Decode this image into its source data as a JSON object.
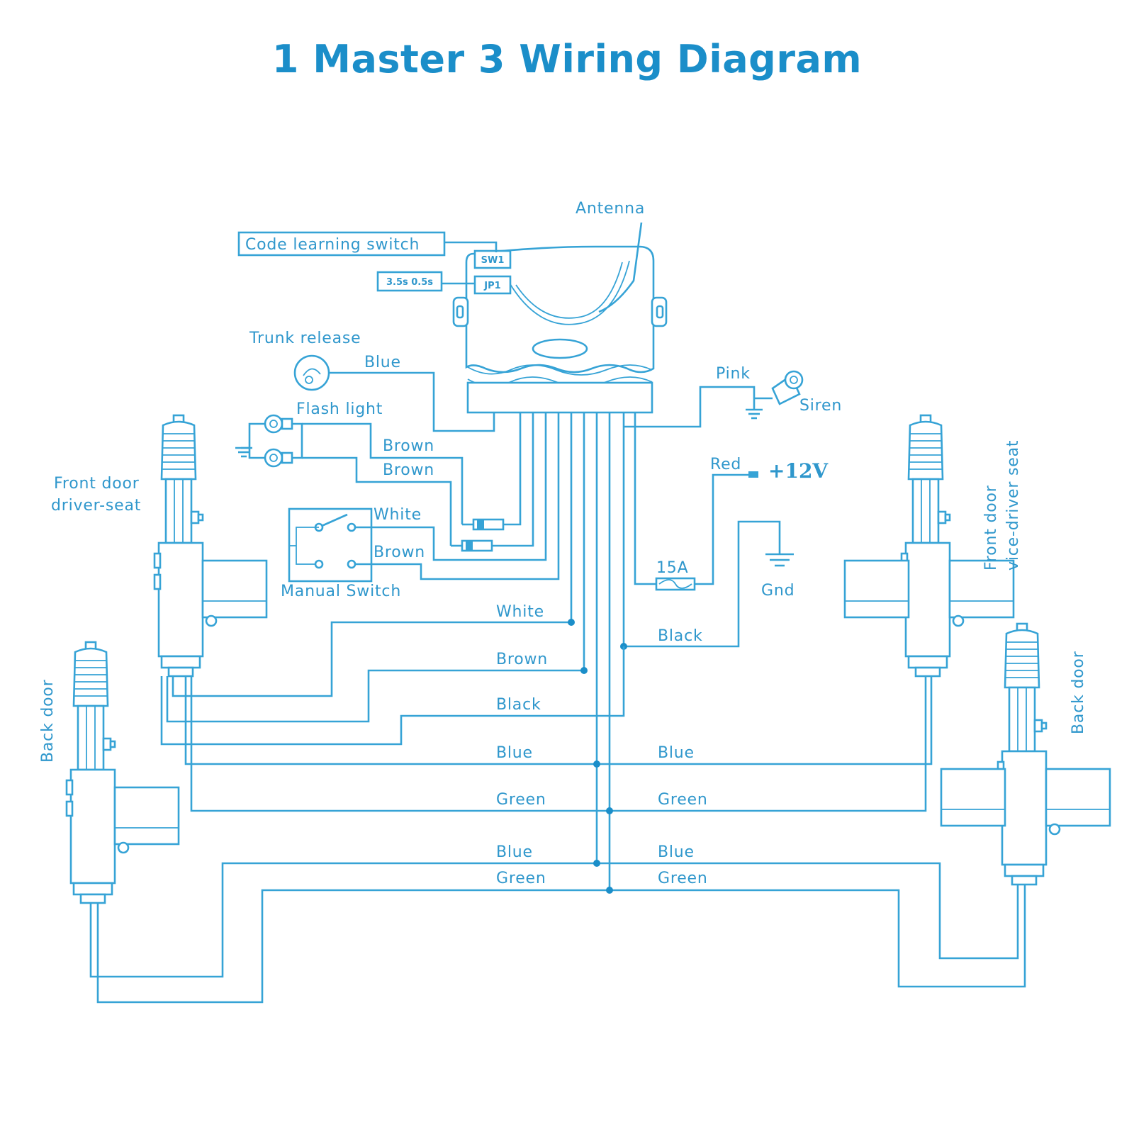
{
  "title": "1 Master 3 Wiring Diagram",
  "colors": {
    "line": "#36a3d6",
    "title": "#1b8ec9"
  },
  "components": {
    "antenna": "Antenna",
    "code_switch": "Code learning switch",
    "jp1_timing": "3.5s 0.5s",
    "sw1": "SW1",
    "jp1": "JP1",
    "trunk_release": "Trunk release",
    "flash_light": "Flash light",
    "manual_switch": "Manual Switch",
    "siren": "Siren",
    "power": "+12V",
    "fuse": "15A",
    "ground": "Gnd",
    "front_driver_line1": "Front door",
    "front_driver_line2": "driver-seat",
    "front_vice_line1": "Front door",
    "front_vice_line2": "vice-driver seat",
    "back_door_left": "Back door",
    "back_door_right": "Back door"
  },
  "wires": {
    "trunk_blue": "Blue",
    "flash_brown_1": "Brown",
    "flash_brown_2": "Brown",
    "switch_white": "White",
    "switch_brown": "Brown",
    "siren_pink": "Pink",
    "power_red": "Red",
    "driver_white": "White",
    "driver_brown": "Brown",
    "driver_black": "Black",
    "gnd_black": "Black",
    "blue_left_1": "Blue",
    "blue_right_1": "Blue",
    "green_left_1": "Green",
    "green_right_1": "Green",
    "blue_left_2": "Blue",
    "blue_right_2": "Blue",
    "green_left_2": "Green",
    "green_right_2": "Green"
  }
}
